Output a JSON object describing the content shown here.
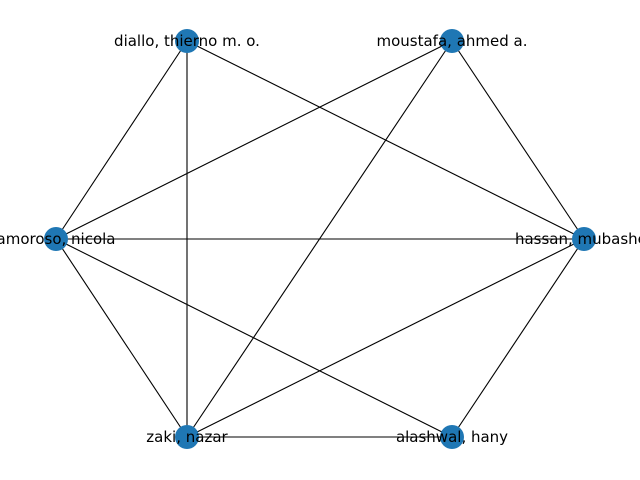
{
  "graph": {
    "node_color": "#1f77b4",
    "edge_color": "#000000",
    "nodes": [
      {
        "id": "diallo",
        "label": "diallo, thierno m. o."
      },
      {
        "id": "moustafa",
        "label": "moustafa, ahmed a."
      },
      {
        "id": "hassan",
        "label": "hassan, mubasher"
      },
      {
        "id": "alashwal",
        "label": "alashwal, hany"
      },
      {
        "id": "zaki",
        "label": "zaki, nazar"
      },
      {
        "id": "amoroso",
        "label": "amoroso, nicola"
      }
    ],
    "edges": [
      [
        "diallo",
        "amoroso"
      ],
      [
        "diallo",
        "zaki"
      ],
      [
        "diallo",
        "hassan"
      ],
      [
        "moustafa",
        "amoroso"
      ],
      [
        "moustafa",
        "zaki"
      ],
      [
        "moustafa",
        "hassan"
      ],
      [
        "amoroso",
        "hassan"
      ],
      [
        "amoroso",
        "zaki"
      ],
      [
        "amoroso",
        "alashwal"
      ],
      [
        "zaki",
        "hassan"
      ],
      [
        "zaki",
        "alashwal"
      ],
      [
        "hassan",
        "alashwal"
      ]
    ]
  }
}
